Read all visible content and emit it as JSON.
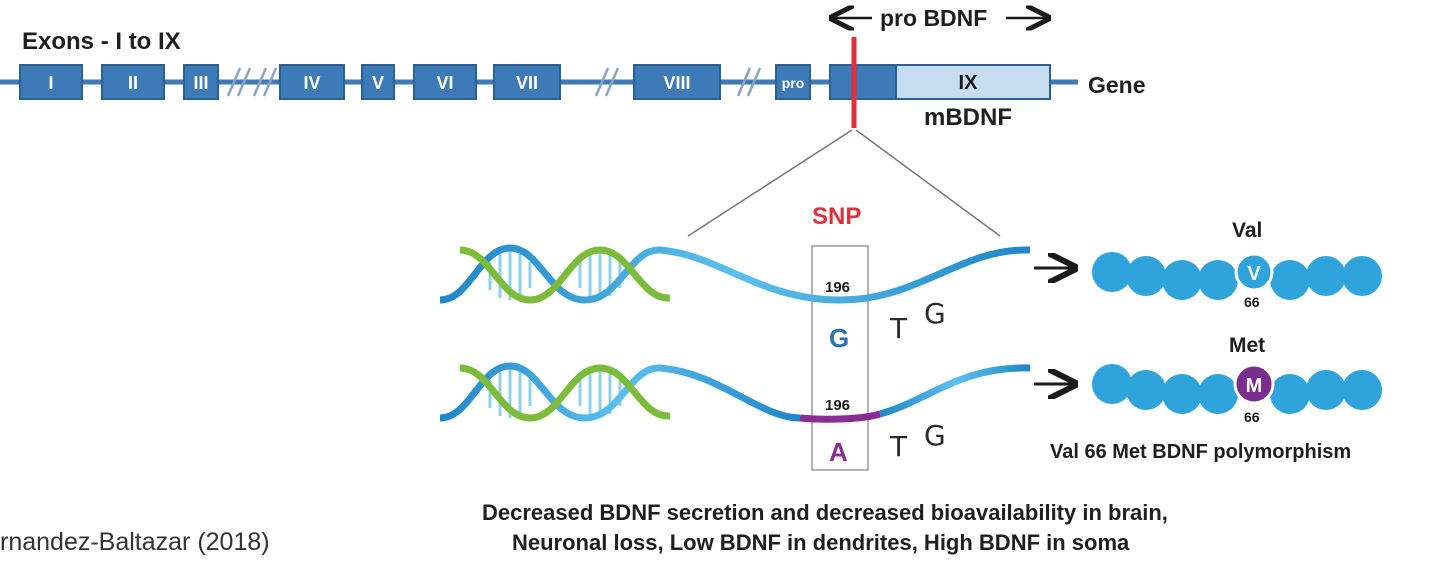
{
  "gene": {
    "exons_title": "Exons - I to IX",
    "gene_label": "Gene",
    "pro_label": "pro BDNF",
    "mbdnf_label": "mBDNF",
    "exon_labels": [
      "I",
      "II",
      "III",
      "IV",
      "V",
      "VI",
      "VII",
      "VIII",
      "pro",
      "IX"
    ]
  },
  "snp": {
    "label": "SNP",
    "position_1": "196",
    "position_2": "196",
    "allele_1": "G",
    "allele_2": "A",
    "codon_1_t": "T",
    "codon_1_g": "G",
    "codon_2_t": "T",
    "codon_2_g": "G"
  },
  "protein": {
    "val_label": "Val",
    "met_label": "Met",
    "val_letter": "V",
    "met_letter": "M",
    "position_1": "66",
    "position_2": "66",
    "polymorphism_label": "Val 66 Met BDNF polymorphism"
  },
  "effects": {
    "line_1": "Decreased BDNF secretion and decreased bioavailability in brain,",
    "line_2": "Neuronal loss, Low BDNF in dendrites, High BDNF in soma"
  },
  "citation": "rnandez-Baltazar (2018)",
  "colors": {
    "exon_fill": "#3e7ab8",
    "exon_stroke": "#2c5f92",
    "exon_ix_fill": "#c6dcf0",
    "snp_red": "#e0303a",
    "protein_bead": "#2ea3dc",
    "met_bead": "#7b2d8e",
    "dna_blue": "#2a8fd0",
    "dna_green": "#7cbc3a"
  }
}
